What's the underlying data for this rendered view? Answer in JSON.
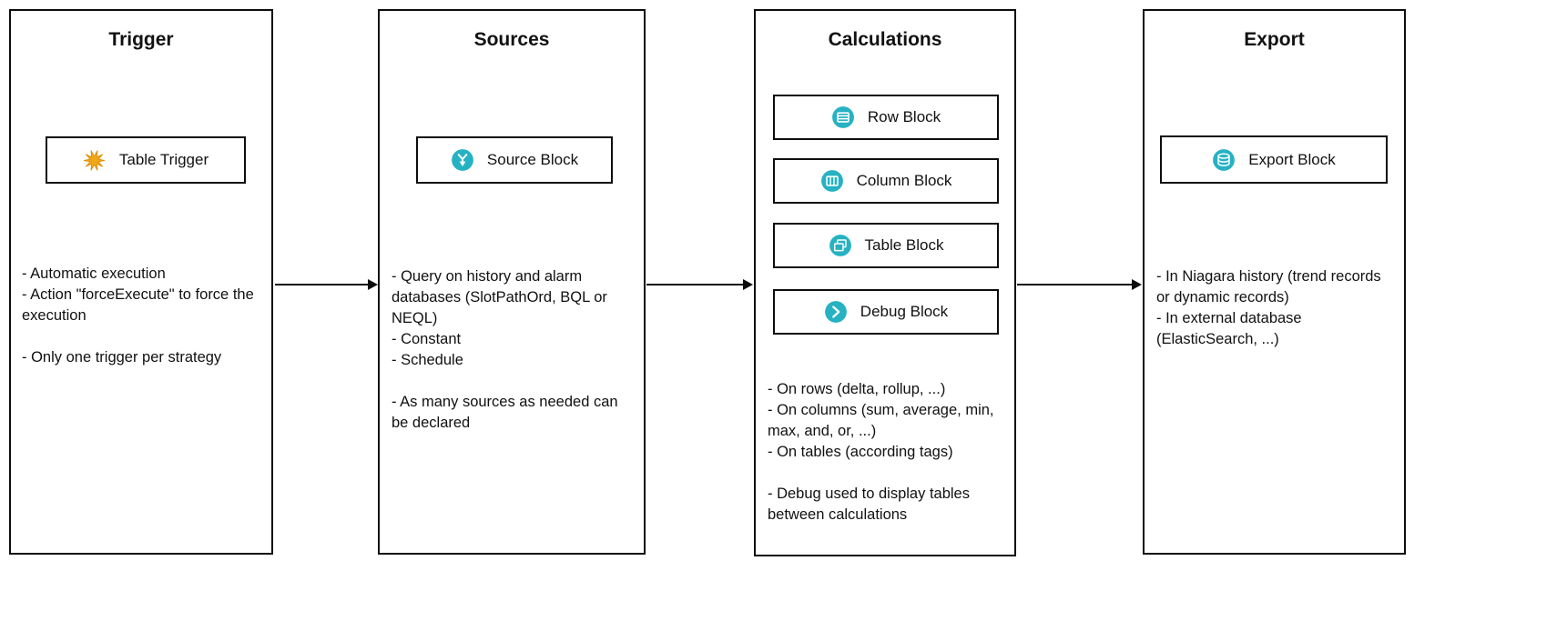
{
  "colors": {
    "accent": "#26b2c2",
    "burst": "#f2a71b",
    "ink": "#0d0d0d"
  },
  "panels": [
    {
      "title": "Trigger",
      "blocks": [
        {
          "label": "Table Trigger",
          "icon": "starburst-icon"
        }
      ],
      "notes": "- Automatic execution\n- Action \"forceExecute\" to force the execution\n\n- Only one trigger per strategy"
    },
    {
      "title": "Sources",
      "blocks": [
        {
          "label": "Source Block",
          "icon": "source-merge-icon"
        }
      ],
      "notes": "- Query on history and alarm databases (SlotPathOrd, BQL or NEQL)\n- Constant\n- Schedule\n\n- As many sources as needed can be declared"
    },
    {
      "title": "Calculations",
      "blocks": [
        {
          "label": "Row Block",
          "icon": "table-rows-icon"
        },
        {
          "label": "Column Block",
          "icon": "table-columns-icon"
        },
        {
          "label": "Table Block",
          "icon": "table-copy-icon"
        },
        {
          "label": "Debug Block",
          "icon": "chevron-right-icon"
        }
      ],
      "notes": "- On rows (delta, rollup, ...)\n- On columns (sum, average, min, max, and, or, ...)\n- On tables (according tags)\n\n- Debug used to display tables between calculations"
    },
    {
      "title": "Export",
      "blocks": [
        {
          "label": "Export Block",
          "icon": "database-icon"
        }
      ],
      "notes": "- In Niagara history (trend records or dynamic records)\n- In external database (ElasticSearch, ...)"
    }
  ]
}
